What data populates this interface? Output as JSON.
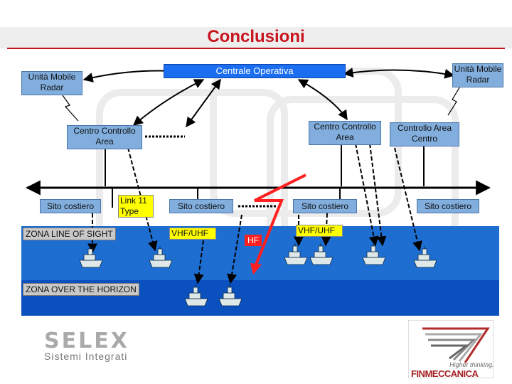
{
  "title": "Conclusioni",
  "nodes": {
    "centrale": "Centrale Operativa",
    "unita_mobile_left": "Unità Mobile Radar",
    "unita_mobile_right": "Unità Mobile Radar",
    "centro_controllo_area_left": "Centro Controllo Area",
    "centro_controllo_area_mid": "Centro Controllo Area",
    "controllo_area_centro_right": "Controllo Area Centro",
    "sito_costiero_1": "Sito costiero",
    "sito_costiero_2": "Sito costiero",
    "sito_costiero_3": "Sito costiero",
    "sito_costiero_4": "Sito costiero",
    "link11": "Link 11 Type"
  },
  "zones": {
    "line_of_sight": "ZONA LINE OF SIGHT",
    "over_horizon": "ZONA OVER THE HORIZON"
  },
  "links": {
    "vhf_uhf_1": "VHF/UHF",
    "vhf_uhf_2": "VHF/UHF",
    "hf": "HF"
  },
  "logos": {
    "selex_word": "SELEX",
    "selex_sub": "Sistemi Integrati",
    "fin_tagline": "Higher thinking.",
    "fin_word": "FINMECCANICA"
  },
  "colors": {
    "title_red": "#c8141e",
    "box_blue": "#82aede",
    "centrale_blue": "#1b6ef0",
    "label_yellow": "#ffff00",
    "sea_light": "#1e6ed2",
    "sea_dark": "#0a50bf",
    "hf_red": "#ff1f1f"
  }
}
